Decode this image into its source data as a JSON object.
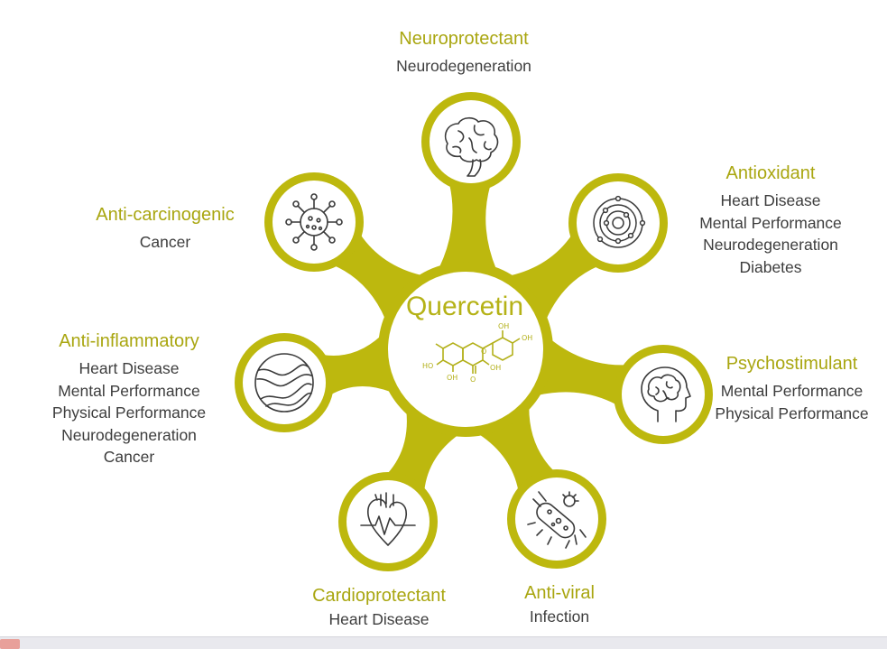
{
  "colors": {
    "accent": "#bdb80e",
    "title_text": "#a9a610",
    "body_text": "#3d3d3d"
  },
  "center": {
    "title": "Quercetin",
    "molecule_labels": [
      "OH",
      "OH",
      "HO",
      "OH",
      "OH",
      "O",
      "O"
    ]
  },
  "nodes": [
    {
      "key": "neuroprotectant",
      "icon": "brain-icon",
      "title": "Neuroprotectant",
      "items": [
        "Neurodegeneration"
      ]
    },
    {
      "key": "antioxidant",
      "icon": "atom-icon",
      "title": "Antioxidant",
      "items": [
        "Heart Disease",
        "Mental Performance",
        "Neurodegeneration",
        "Diabetes"
      ]
    },
    {
      "key": "psychostimulant",
      "icon": "head-brain-icon",
      "title": "Psychostimulant",
      "items": [
        "Mental Performance",
        "Physical Performance"
      ]
    },
    {
      "key": "anti-viral",
      "icon": "bacteria-icon",
      "title": "Anti-viral",
      "items": [
        "Infection"
      ]
    },
    {
      "key": "cardioprotectant",
      "icon": "heart-pulse-icon",
      "title": "Cardioprotectant",
      "items": [
        "Heart Disease"
      ]
    },
    {
      "key": "anti-inflammatory",
      "icon": "inflammation-icon",
      "title": "Anti-inflammatory",
      "items": [
        "Heart Disease",
        "Mental Performance",
        "Physical Performance",
        "Neurodegeneration",
        "Cancer"
      ]
    },
    {
      "key": "anti-carcinogenic",
      "icon": "virus-icon",
      "title": "Anti-carcinogenic",
      "items": [
        "Cancer"
      ]
    }
  ]
}
